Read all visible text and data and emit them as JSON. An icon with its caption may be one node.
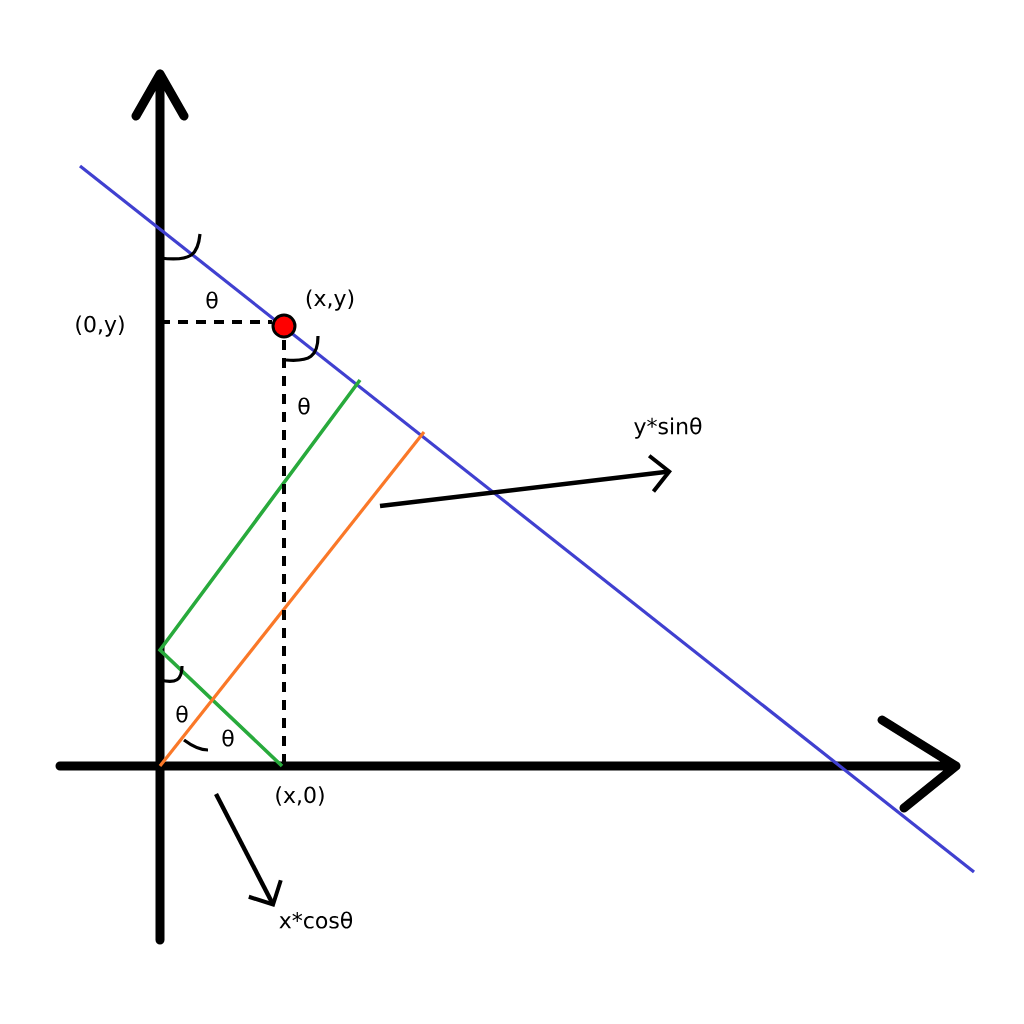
{
  "diagram": {
    "nodes": [
      {
        "text": [
          "y*sinθ"
        ]
      },
      {
        "text": [
          "x*cosθ"
        ]
      }
    ],
    "edges": [
      {
        "from": null,
        "to": 0,
        "arrow": "to"
      },
      {
        "from": null,
        "to": 1,
        "arrow": "to"
      }
    ],
    "labels": [
      "θ",
      "(0,y)",
      "(x,y)",
      "θ",
      "θ",
      "θ",
      "(x,0)"
    ]
  }
}
